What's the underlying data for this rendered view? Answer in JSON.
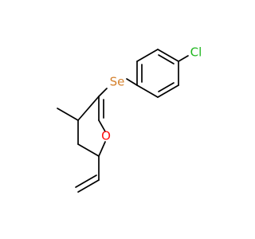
{
  "molecule": {
    "atoms": {
      "chlorine": {
        "label": "Cl",
        "color": "#1fb71f"
      },
      "selenium": {
        "label": "Se",
        "color": "#d4802c"
      },
      "oxygen": {
        "label": "O",
        "color": "#ff0d0d"
      }
    },
    "bond_color": "#000000",
    "background": "#ffffff"
  }
}
